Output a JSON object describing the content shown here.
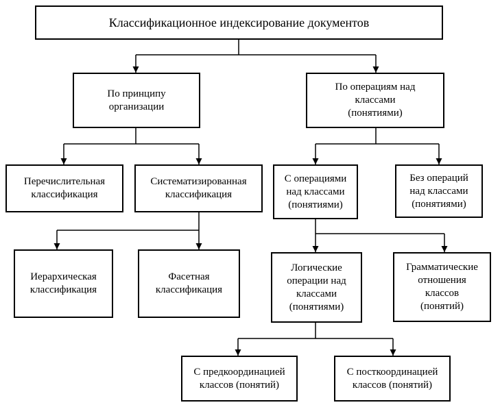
{
  "diagram": {
    "root": "Классификационное индексирование документов",
    "by_organization": "По принципу\nорганизации",
    "by_class_operations": "По операциям над\nклассами\n(понятиями)",
    "enumerative": "Перечислительная\nклассификация",
    "systematized": "Систематизированная\nклассификация",
    "with_operations": "С операциями\nнад классами\n(понятиями)",
    "without_operations": "Без операций\nнад классами\n(понятиями)",
    "hierarchical": "Иерархическая\nклассификация",
    "faceted": "Фасетная\nклассификация",
    "logical_operations": "Логические\nоперации над\nклассами\n(понятиями)",
    "grammatical_relations": "Грамматические\nотношения\nклассов\n(понятий)",
    "precoordination": "С предкоординацией\nклассов (понятий)",
    "postcoordination": "С посткоординацией\nклассов (понятий)"
  }
}
